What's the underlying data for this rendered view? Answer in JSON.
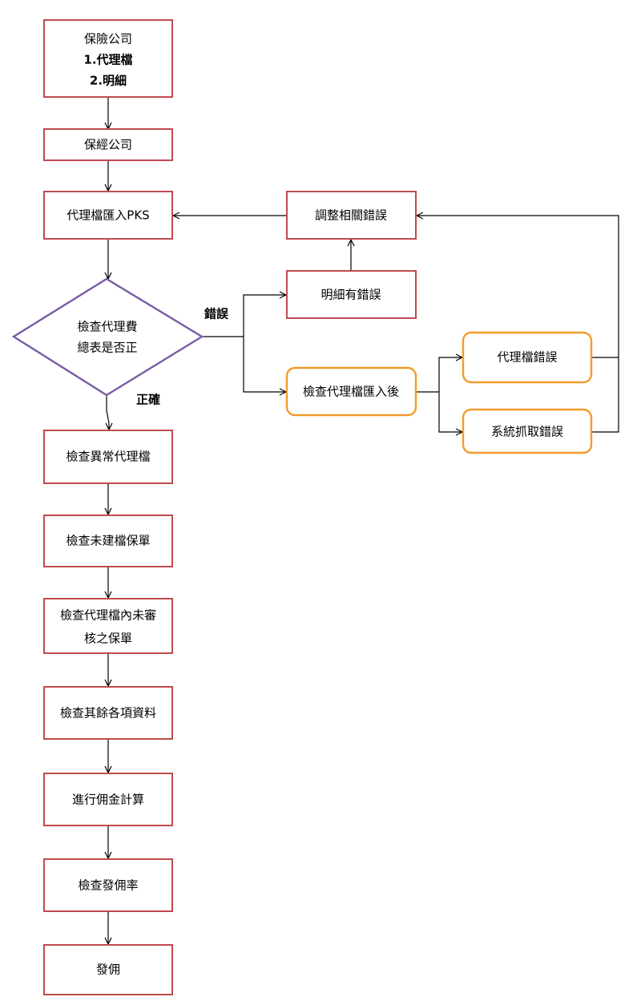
{
  "nodes": {
    "insurer": {
      "lines": [
        "保險公司",
        "1.代理檔",
        "2.明細"
      ]
    },
    "broker": {
      "lines": [
        "保經公司"
      ]
    },
    "import_pks": {
      "lines": [
        "代理檔匯入PKS"
      ]
    },
    "adjust_errors": {
      "lines": [
        "調整相關錯誤"
      ]
    },
    "detail_error": {
      "lines": [
        "明細有錯誤"
      ]
    },
    "check_total": {
      "lines": [
        "檢查代理費",
        "總表是否正"
      ]
    },
    "check_after_import": {
      "lines": [
        "檢查代理檔匯入後"
      ]
    },
    "agency_file_error": {
      "lines": [
        "代理檔錯誤"
      ]
    },
    "system_capture_error": {
      "lines": [
        "系統抓取錯誤"
      ]
    },
    "check_abnormal": {
      "lines": [
        "檢查異常代理檔"
      ]
    },
    "check_unfiled": {
      "lines": [
        "檢查未建檔保單"
      ]
    },
    "check_unreviewed": {
      "lines": [
        "檢查代理檔內未審",
        "核之保單"
      ]
    },
    "check_other": {
      "lines": [
        "檢查其餘各項資料"
      ]
    },
    "calc_commission": {
      "lines": [
        "進行佣金計算"
      ]
    },
    "check_rate": {
      "lines": [
        "檢查發佣率"
      ]
    },
    "pay": {
      "lines": [
        "發佣"
      ]
    }
  },
  "edge_labels": {
    "error": "錯誤",
    "correct": "正確"
  },
  "colors": {
    "process_border": "#bf4a4f",
    "decision_border": "#7a5aa6",
    "check_border": "#f39a2b",
    "connector": "#000000"
  }
}
